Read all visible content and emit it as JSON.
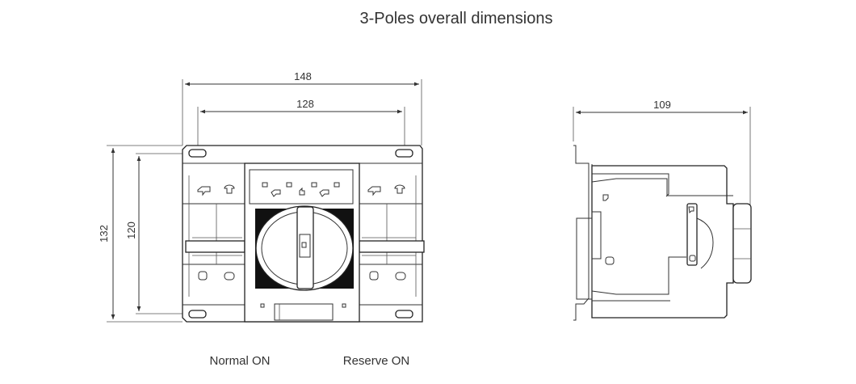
{
  "title": "3-Poles overall dimensions",
  "front_view": {
    "dim_overall_width": "148",
    "dim_mount_width": "128",
    "dim_overall_height": "132",
    "dim_mount_height": "120"
  },
  "side_view": {
    "dim_depth": "109"
  },
  "labels": {
    "normal_on": "Normal ON",
    "reserve_on": "Reserve ON"
  },
  "colors": {
    "line": "#222222",
    "text": "#333333"
  }
}
